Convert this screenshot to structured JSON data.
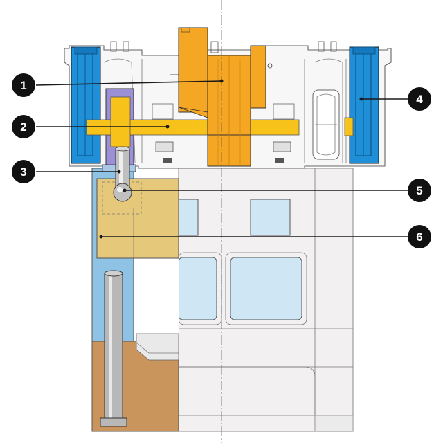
{
  "callouts": [
    {
      "id": "1",
      "label": "1",
      "target": "main-gear"
    },
    {
      "id": "2",
      "label": "2",
      "target": "drive-shaft"
    },
    {
      "id": "3",
      "label": "3",
      "target": "connecting-rod"
    },
    {
      "id": "4",
      "label": "4",
      "target": "motor-unit"
    },
    {
      "id": "5",
      "label": "5",
      "target": "ball-joint"
    },
    {
      "id": "6",
      "label": "6",
      "target": "slide-block"
    }
  ],
  "colors": {
    "gear": "#f5a623",
    "shaft": "#f7c21a",
    "motor": "#1f8fd8",
    "rod_housing": "#9b8fd6",
    "slide": "#e6c87a",
    "column": "#8fc3e6",
    "base": "#c9955d",
    "window": "#cfe6f5",
    "frame": "#f2f0f0",
    "callout": "#111111"
  }
}
